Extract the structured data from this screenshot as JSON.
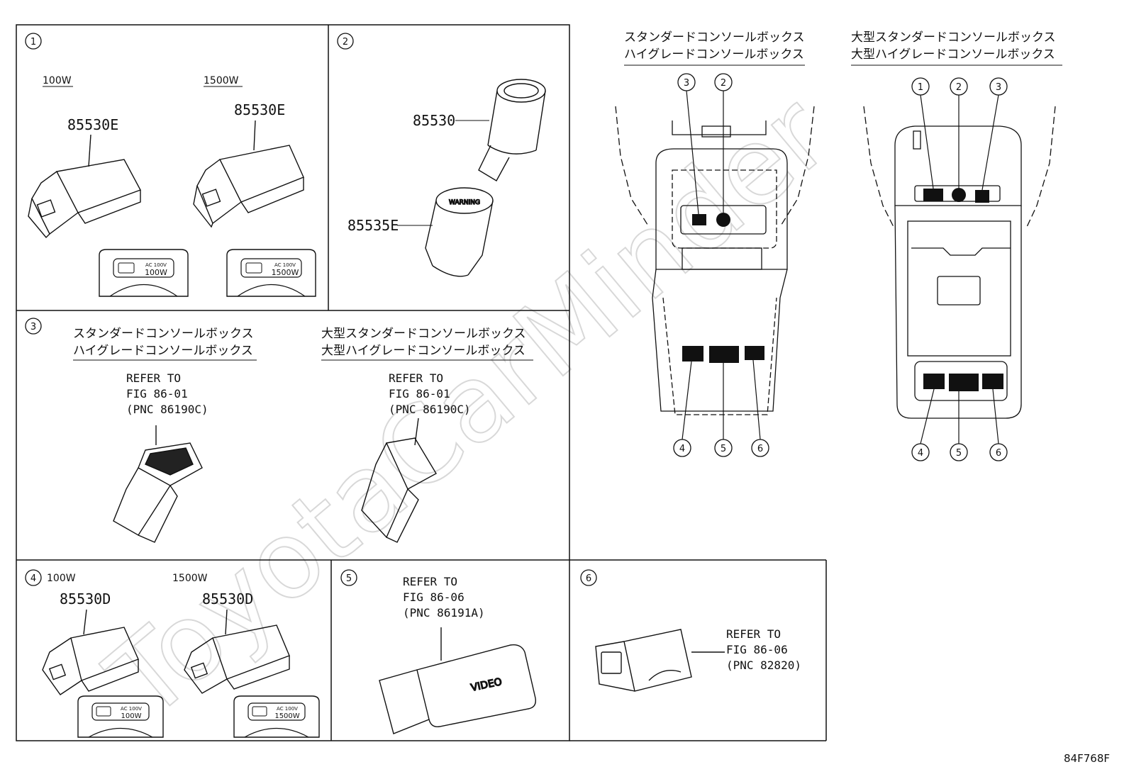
{
  "panels": {
    "p1": {
      "num": "①",
      "wattage_a": "100W",
      "wattage_b": "1500W",
      "part_a": "85530E",
      "part_b": "85530E"
    },
    "p2": {
      "num": "②",
      "part_a": "85530",
      "part_b": "85535E"
    },
    "p3": {
      "num": "③",
      "std_line1": "スタンダードコンソールボックス",
      "std_line2": "ハイグレードコンソールボックス",
      "large_line1": "大型スタンダードコンソールボックス",
      "large_line2": "大型ハイグレードコンソールボックス",
      "ref_a": [
        "REFER TO",
        "FIG 86-01",
        "(PNC 86190C)"
      ],
      "ref_b": [
        "REFER TO",
        "FIG 86-01",
        "(PNC 86190C)"
      ]
    },
    "p4": {
      "num": "④",
      "wattage_a": "100W",
      "wattage_b": "1500W",
      "part_a": "85530D",
      "part_b": "85530D"
    },
    "p5": {
      "num": "⑤",
      "ref": [
        "REFER TO",
        "FIG 86-06",
        "(PNC 86191A)"
      ],
      "device_text": "VIDEO"
    },
    "p6": {
      "num": "⑥",
      "ref": [
        "REFER TO",
        "FIG 86-06",
        "(PNC 82820)"
      ]
    }
  },
  "outlet_plate": {
    "ac": "AC 100V",
    "w100": "100W",
    "w1500": "1500W"
  },
  "console_std": {
    "title_line1": "スタンダードコンソールボックス",
    "title_line2": "ハイグレードコンソールボックス",
    "top_callouts": [
      "③",
      "②"
    ],
    "bottom_callouts": [
      "④",
      "⑤",
      "⑥"
    ]
  },
  "console_large": {
    "title_line1": "大型スタンダードコンソールボックス",
    "title_line2": "大型ハイグレードコンソールボックス",
    "top_callouts": [
      "①",
      "②",
      "③"
    ],
    "bottom_callouts": [
      "④",
      "⑤",
      "⑥"
    ]
  },
  "figure_code": "84F768F",
  "watermark": "ToyotaCarMinder"
}
